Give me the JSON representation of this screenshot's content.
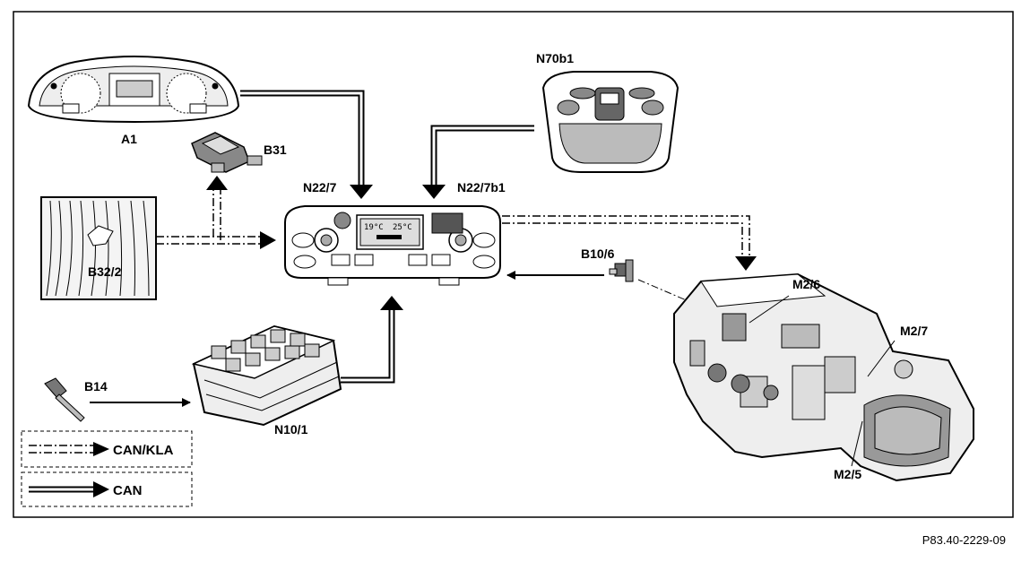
{
  "labels": {
    "a1": "A1",
    "b31": "B31",
    "b32_2": "B32/2",
    "n22_7": "N22/7",
    "n22_7b1": "N22/7b1",
    "n70b1": "N70b1",
    "b10_6": "B10/6",
    "m2_6": "M2/6",
    "m2_7": "M2/7",
    "m2_5": "M2/5",
    "n10_1": "N10/1",
    "b14": "B14"
  },
  "legend": {
    "can_kla": "CAN/KLA",
    "can": "CAN"
  },
  "control_panel_display": {
    "left_temp": "19°C",
    "right_temp": "25°C"
  },
  "reference_code": "P83.40-2229-09"
}
